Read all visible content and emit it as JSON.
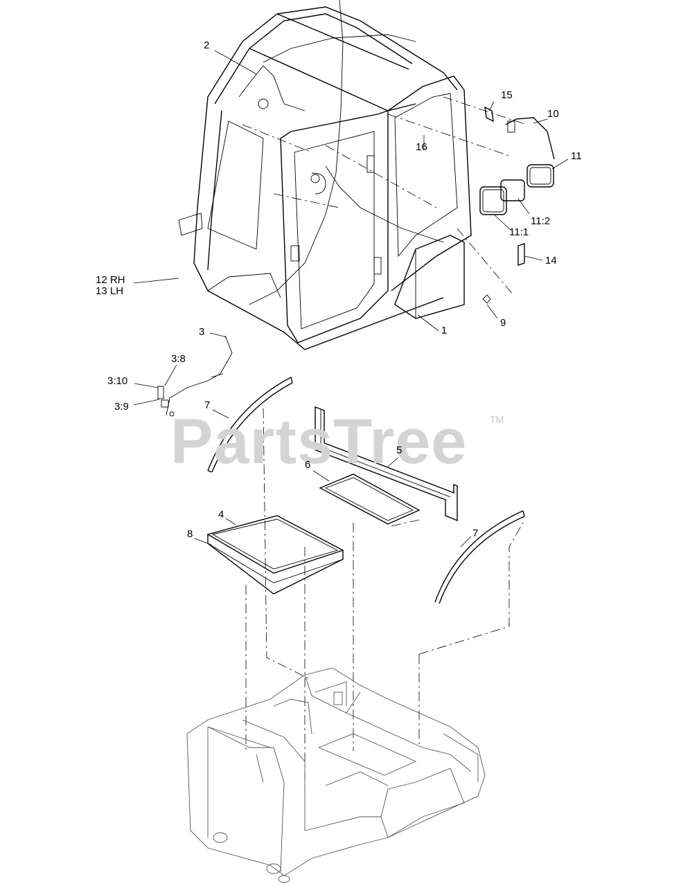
{
  "watermark": {
    "brand": "PartsTree",
    "trademark": "TM"
  },
  "callouts": {
    "c1": "1",
    "c2": "2",
    "c3": "3",
    "c3_8": "3:8",
    "c3_9": "3:9",
    "c3_10": "3:10",
    "c4": "4",
    "c5": "5",
    "c6": "6",
    "c7a": "7",
    "c7b": "7",
    "c8": "8",
    "c9": "9",
    "c10": "10",
    "c11": "11",
    "c11_1": "11:1",
    "c11_2": "11:2",
    "c12": "12 RH",
    "c13": "13 LH",
    "c14": "14",
    "c15": "15",
    "c16": "16"
  }
}
